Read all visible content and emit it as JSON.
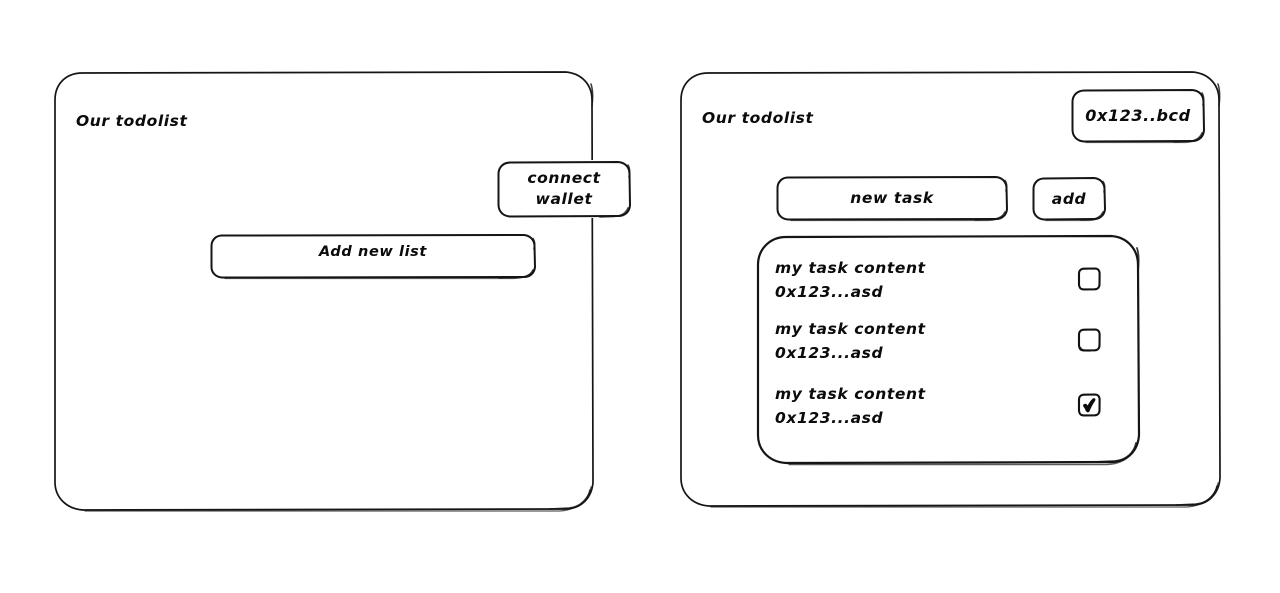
{
  "panels": [
    {
      "id": "list-overview",
      "title": "Our todolist",
      "wallet_button": {
        "line1": "connect",
        "line2": "wallet"
      },
      "add_list_button": "Add new list"
    },
    {
      "id": "task-detail",
      "title": "Our todolist",
      "wallet_badge": "0x123..bcd",
      "new_task_input": {
        "value": "new task",
        "placeholder": "new task"
      },
      "add_button": "add",
      "tasks": [
        {
          "content": "my task content",
          "address": "0x123...asd",
          "checked": false
        },
        {
          "content": "my task content",
          "address": "0x123...asd",
          "checked": false
        },
        {
          "content": "my task content",
          "address": "0x123...asd",
          "checked": true
        }
      ]
    }
  ],
  "style": {
    "stroke_color": "#151515",
    "background_color": "#ffffff",
    "text_color": "#0b0b0b"
  }
}
